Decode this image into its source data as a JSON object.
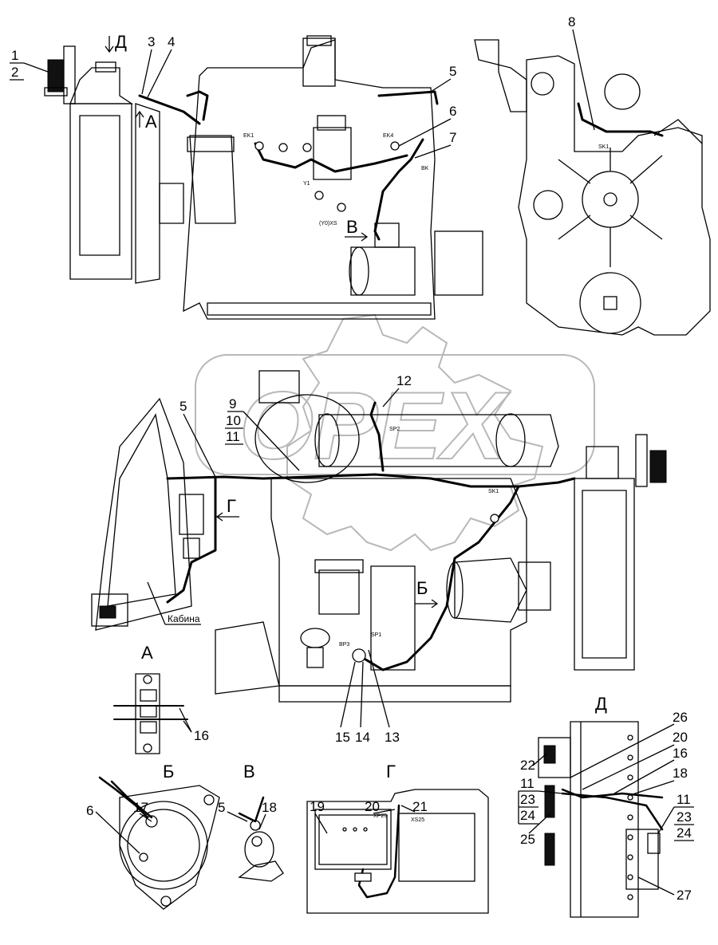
{
  "callouts": {
    "c1": "1",
    "c2": "2",
    "c3": "3",
    "c4": "4",
    "c5a": "5",
    "c6a": "6",
    "c7": "7",
    "c8": "8",
    "c12": "12",
    "c5b": "5",
    "c9": "9",
    "c10a": "10",
    "c11a": "11",
    "c16a": "16",
    "c15": "15",
    "c14": "14",
    "c13": "13",
    "c26": "26",
    "c20a": "20",
    "c16b": "16",
    "c22": "22",
    "c18a": "18",
    "c11b": "11",
    "c23a": "23",
    "c24a": "24",
    "c25": "25",
    "c11c": "11",
    "c23b": "23",
    "c24b": "24",
    "c27": "27",
    "c17": "17",
    "c6b": "6",
    "c5c": "5",
    "c18b": "18",
    "c19": "19",
    "c20b": "20",
    "c21": "21"
  },
  "view_labels": {
    "d_top": "Д",
    "a_top": "А",
    "v_side": "В",
    "g_side": "Г",
    "b_side": "Б",
    "a_view": "А",
    "b_view": "Б",
    "v_view": "В",
    "g_view": "Г",
    "d_view": "Д"
  },
  "small_labels": {
    "ek1": "EK1",
    "ek4": "EK4",
    "y1": "Y1",
    "yoxs": "(Y0)XS",
    "bk": "BK",
    "sk1_top": "SK1",
    "sp2": "SP2",
    "sk1_mid": "SK1",
    "sp1": "SP1",
    "bp3": "BP3",
    "xp25": "XP25",
    "xs25": "XS25"
  },
  "cabin_label": "Кабина",
  "watermark": "OPEX"
}
